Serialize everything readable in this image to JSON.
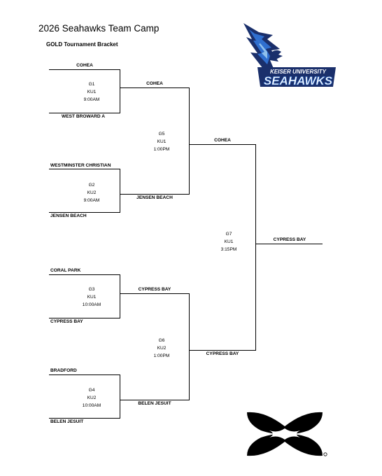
{
  "header": {
    "title": "2026 Seahawks Team Camp",
    "subtitle": "GOLD Tournament Bracket"
  },
  "logos": {
    "seahawks": {
      "banner": "KEISER UNIVERSITY",
      "wordmark": "SEAHAWKS",
      "icon": "seahawk-icon"
    },
    "under_armour": {
      "icon": "under-armour-icon"
    }
  },
  "colors": {
    "navy": "#1a2f6b",
    "blue": "#2f6fcf",
    "light_blue": "#8fc0ec"
  },
  "round1": [
    {
      "top": "COHEA",
      "bottom": "WEST BROWARD A",
      "game": "G1",
      "court": "KU1",
      "time": "9:00AM"
    },
    {
      "top": "WESTMINSTER CHRISTIAN",
      "bottom": "JENSEN BEACH",
      "game": "G2",
      "court": "KU2",
      "time": "9:00AM"
    },
    {
      "top": "CORAL PARK",
      "bottom": "CYPRESS BAY",
      "game": "G3",
      "court": "KU1",
      "time": "10:00AM"
    },
    {
      "top": "BRADFORD",
      "bottom": "BELEN JESUIT",
      "game": "G4",
      "court": "KU2",
      "time": "10:00AM"
    }
  ],
  "round2": [
    {
      "top": "COHEA",
      "bottom": "JENSEN BEACH",
      "game": "G5",
      "court": "KU1",
      "time": "1:00PM"
    },
    {
      "top": "CYPRESS BAY",
      "bottom": "BELEN JESUIT",
      "game": "G6",
      "court": "KU2",
      "time": "1:00PM"
    }
  ],
  "final": {
    "top": "COHEA",
    "bottom": "CYPRESS BAY",
    "game": "G7",
    "court": "KU1",
    "time": "3:15PM"
  },
  "champion": "CYPRESS BAY"
}
